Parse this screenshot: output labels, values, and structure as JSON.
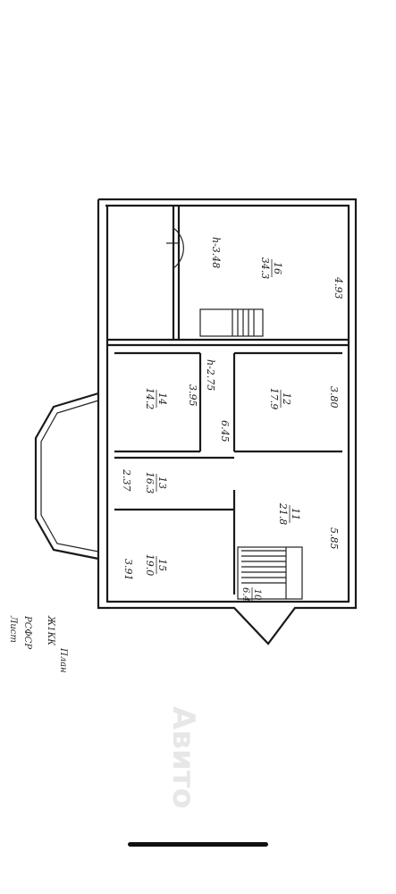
{
  "rooms": [
    {
      "id": "16",
      "number": "16",
      "area": "34.3"
    },
    {
      "id": "14",
      "number": "14",
      "area": "14.2"
    },
    {
      "id": "12",
      "number": "12",
      "area": "17.9"
    },
    {
      "id": "13",
      "number": "13",
      "area": "16.3"
    },
    {
      "id": "11",
      "number": "11",
      "area": "21.8"
    },
    {
      "id": "15",
      "number": "15",
      "area": "19.0"
    },
    {
      "id": "10",
      "number": "10",
      "area": "6.4"
    }
  ],
  "heights": {
    "upper": "h-3.48",
    "middle": "h-2.75"
  },
  "dimensions": [
    "4.93",
    "3.80",
    "5.85",
    "3.95",
    "6.45",
    "2.37",
    "3.91"
  ],
  "stamp": {
    "line1": "Ж1КК",
    "line2": "РСФСР",
    "line3": "Лист",
    "line4": "План"
  },
  "watermark": "Авито"
}
